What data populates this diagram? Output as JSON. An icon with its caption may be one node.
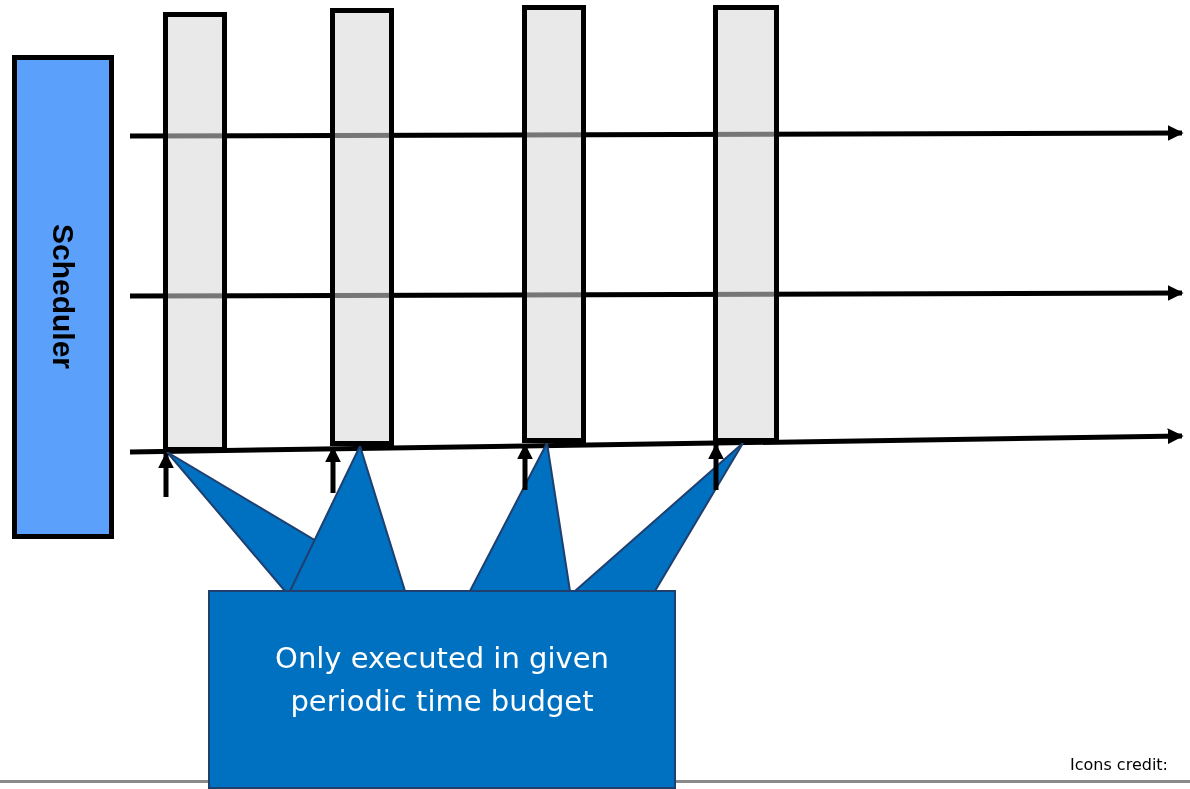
{
  "diagram": {
    "nodes": [
      {
        "text": [
          "Scheduler"
        ]
      },
      {
        "text": [],
        "shape": "bar"
      },
      {
        "text": [],
        "shape": "bar"
      },
      {
        "text": [],
        "shape": "bar"
      },
      {
        "text": [],
        "shape": "bar"
      },
      {
        "text": [
          "Only executed in given periodic time budget"
        ]
      }
    ],
    "edges": [
      {
        "from": 5,
        "to": 1,
        "arrow": "to"
      },
      {
        "from": 5,
        "to": 2,
        "arrow": "to"
      },
      {
        "from": 5,
        "to": 3,
        "arrow": "to"
      },
      {
        "from": 5,
        "to": 4,
        "arrow": "to"
      },
      {
        "from": null,
        "to": 1,
        "arrow": "to"
      },
      {
        "from": null,
        "to": 2,
        "arrow": "to"
      },
      {
        "from": null,
        "to": 3,
        "arrow": "to"
      },
      {
        "from": null,
        "to": 4,
        "arrow": "to"
      }
    ],
    "labels": [
      "Icons credit:"
    ]
  }
}
